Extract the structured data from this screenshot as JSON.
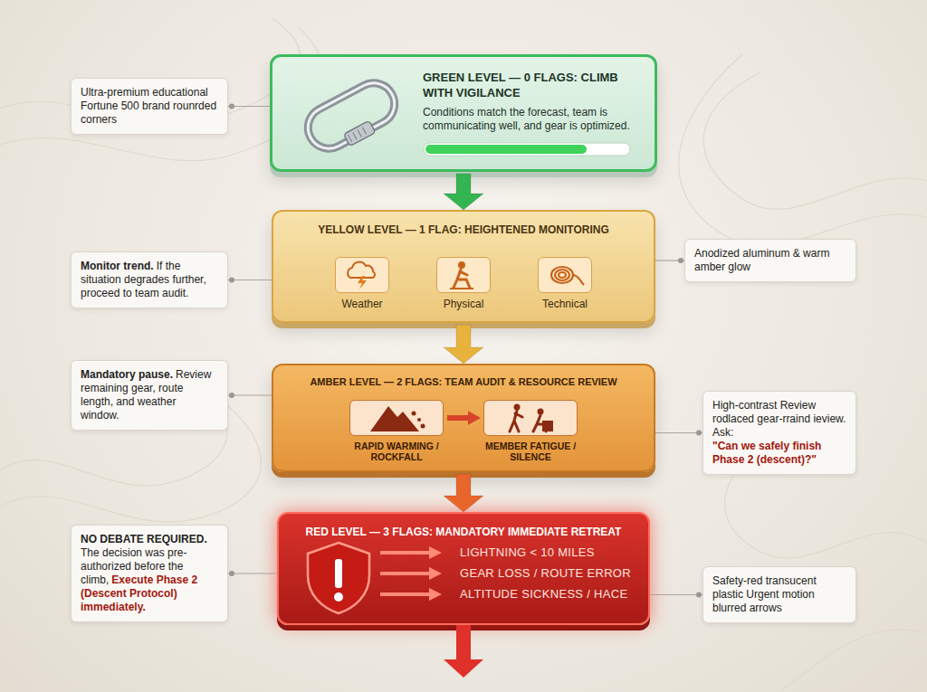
{
  "diagram": {
    "nodes": [
      {
        "text": [
          "GREEN LEVEL — 0 FLAGS: CLIMB WITH VIGILANCE",
          "Conditions match the forecast, team is communicating well, and gear is optimized."
        ]
      },
      {
        "text": [
          "YELLOW LEVEL — 1 FLAG: HEIGHTENED MONITORING"
        ]
      },
      {
        "text": [
          "Weather"
        ],
        "in": 1
      },
      {
        "text": [
          "Physical"
        ],
        "in": 1
      },
      {
        "text": [
          "Technical"
        ],
        "in": 1
      },
      {
        "text": [
          "AMBER LEVEL — 2 FLAGS: TEAM AUDIT & RESOURCE REVIEW"
        ]
      },
      {
        "text": [
          "RAPID WARMING / ROCKFALL"
        ],
        "in": 5
      },
      {
        "text": [
          "MEMBER FATIGUE / SILENCE"
        ],
        "in": 5
      },
      {
        "text": [
          "RED LEVEL — 3 FLAGS: MANDATORY IMMEDIATE RETREAT",
          "LIGHTNING < 10 MILES",
          "GEAR LOSS / ROUTE ERROR",
          "ALTITUDE SICKNESS / HACE"
        ]
      },
      {
        "text": [
          "Ultra-premium educational Fortune 500 brand rounrded corners"
        ]
      },
      {
        "text": [
          "Monitor trend.",
          "If the situation degrades further, proceed to team audit."
        ]
      },
      {
        "text": [
          "Anodized aluminum & warm amber glow"
        ]
      },
      {
        "text": [
          "Mandatory pause.",
          "Review remaining gear, route length, and weather window."
        ]
      },
      {
        "text": [
          "High-contrast Review rodlaced gear-rraind ieview. Ask:",
          "\"Can we safely finish Phase 2 (descent)?\""
        ]
      },
      {
        "text": [
          "NO DEBATE REQUIRED.",
          "The decision was pre-authorized before the climb,",
          "Execute Phase 2 (Descent Protocol) immediately."
        ]
      },
      {
        "text": [
          "Safety-red transucent plastic Urgent motion blurred arrows"
        ]
      }
    ],
    "edges": [
      {
        "from": 0,
        "to": 1,
        "arrow": "to"
      },
      {
        "from": 1,
        "to": 5,
        "arrow": "to"
      },
      {
        "from": 5,
        "to": 8,
        "arrow": "to"
      },
      {
        "from": 6,
        "to": 7,
        "arrow": "to"
      },
      {
        "from": 9,
        "to": 0,
        "arrow": "none"
      },
      {
        "from": 10,
        "to": 1,
        "arrow": "none"
      },
      {
        "from": 11,
        "to": 1,
        "arrow": "none"
      },
      {
        "from": 12,
        "to": 5,
        "arrow": "none"
      },
      {
        "from": 13,
        "to": 5,
        "arrow": "none"
      },
      {
        "from": 14,
        "to": 8,
        "arrow": "none"
      },
      {
        "from": 15,
        "to": 8,
        "arrow": "none"
      }
    ]
  }
}
